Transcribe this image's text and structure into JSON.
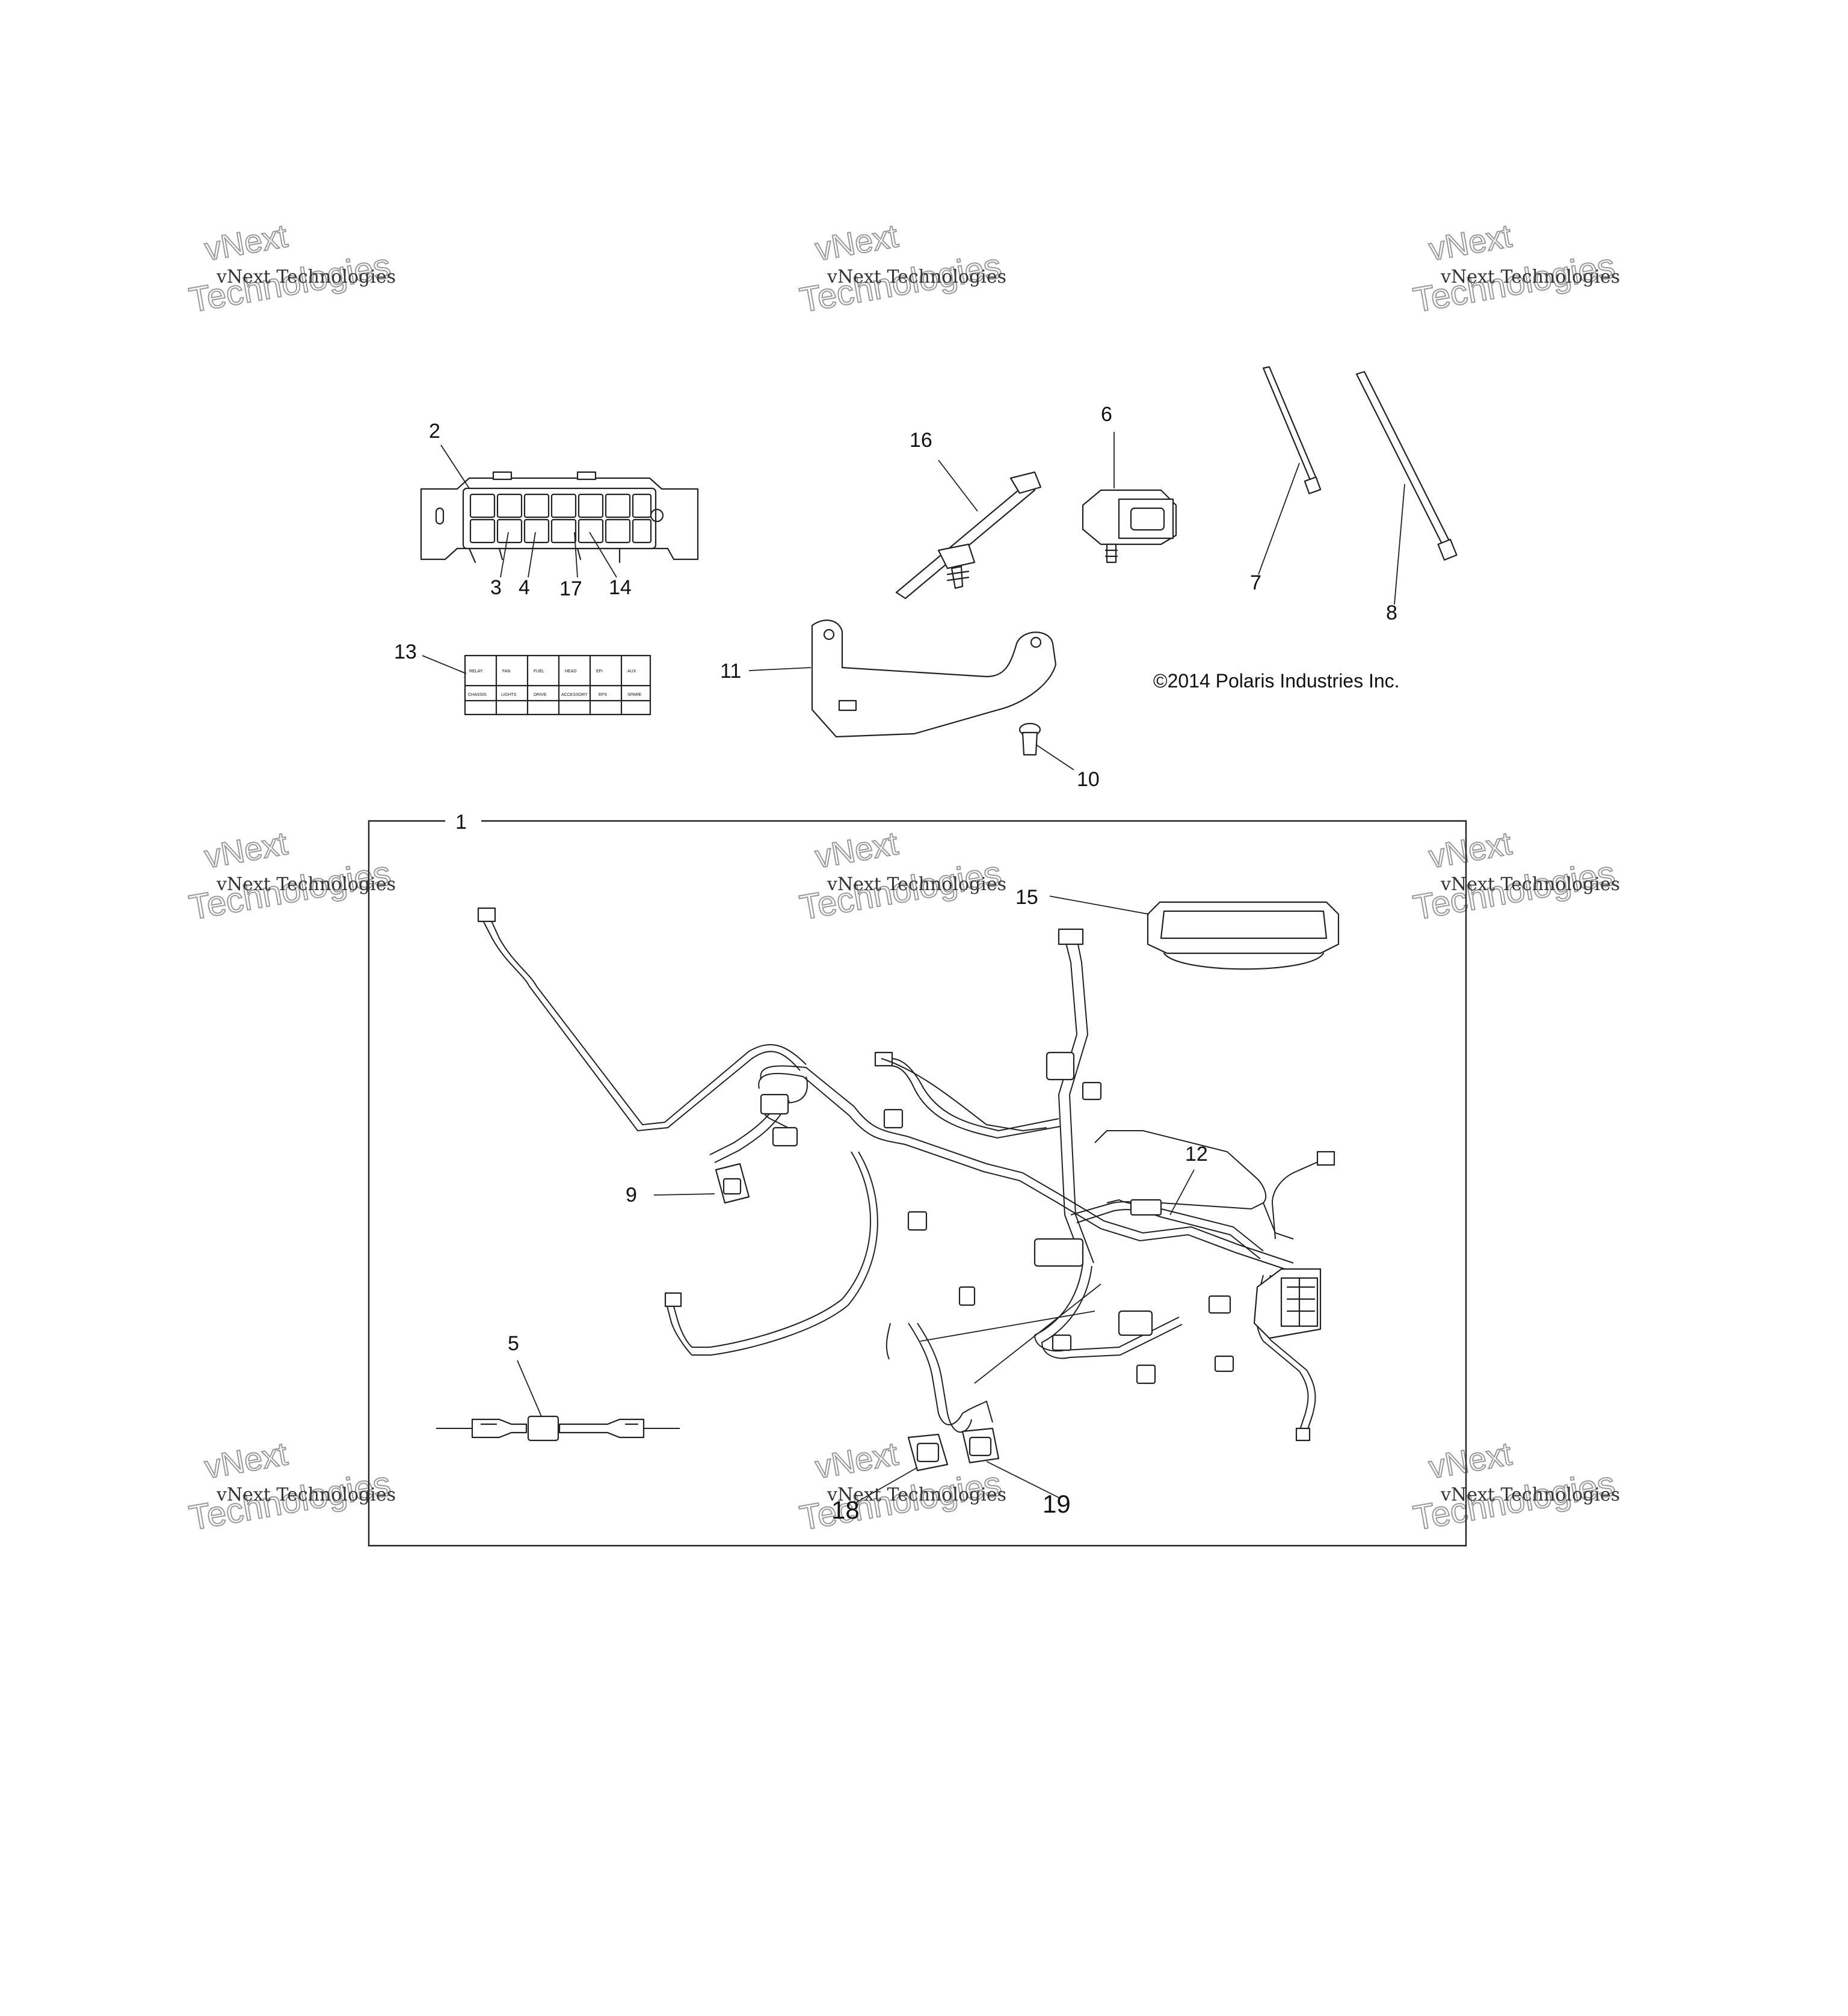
{
  "copyright": "©2014 Polaris Industries Inc.",
  "watermark": {
    "line1": "vNext Technologies",
    "line2": "vNext",
    "line3": "Technologies"
  },
  "callouts": {
    "c1": "1",
    "c2": "2",
    "c3": "3",
    "c4": "4",
    "c5": "5",
    "c6": "6",
    "c7": "7",
    "c8": "8",
    "c9": "9",
    "c10": "10",
    "c11": "11",
    "c12": "12",
    "c13": "13",
    "c14": "14",
    "c15": "15",
    "c16": "16",
    "c17": "17",
    "c18": "18",
    "c19": "19"
  },
  "fuse_label": {
    "row1": [
      "RELAY",
      "FAN",
      "FUEL",
      "HEAD",
      "EFI",
      "AUX"
    ],
    "row2": [
      "CHASSIS",
      "LIGHTS",
      "DRIVE",
      "ACCESSORY",
      "EPS",
      "SPARE"
    ]
  }
}
